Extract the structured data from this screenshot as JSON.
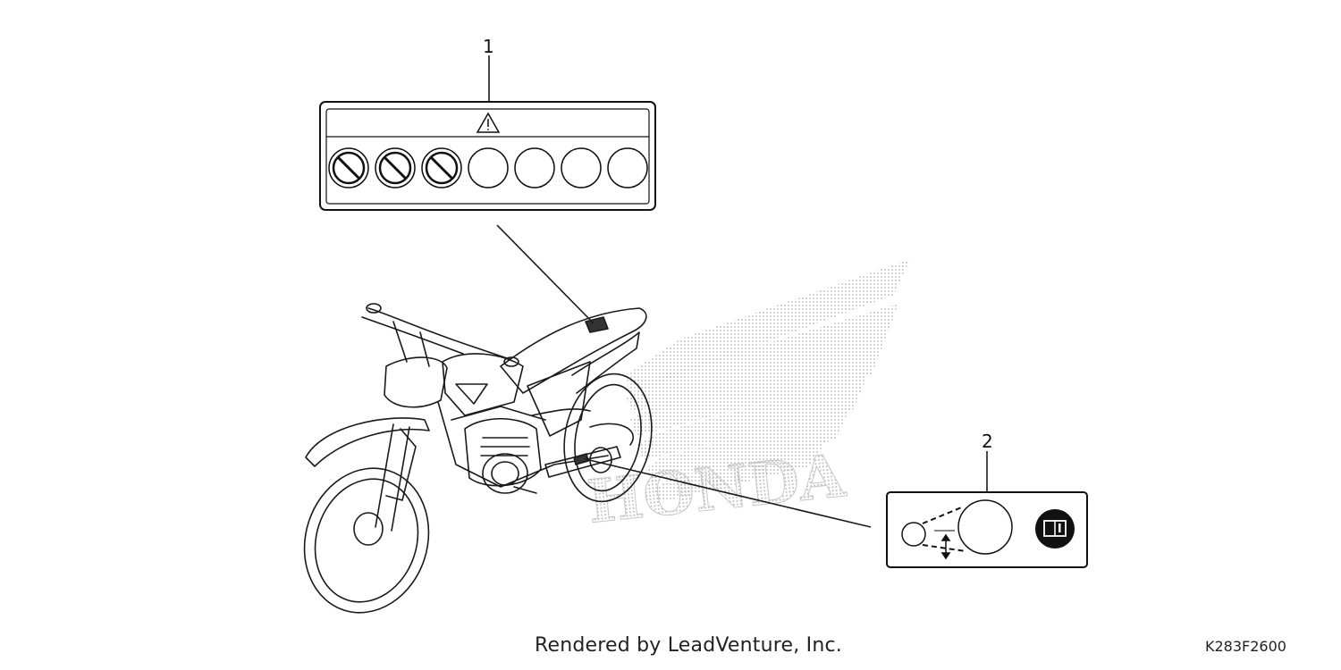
{
  "callouts": [
    {
      "number": "1"
    },
    {
      "number": "2"
    }
  ],
  "watermark": {
    "text": "HONDA"
  },
  "footer": {
    "credit": "Rendered by LeadVenture, Inc.",
    "code": "K283F2600"
  }
}
